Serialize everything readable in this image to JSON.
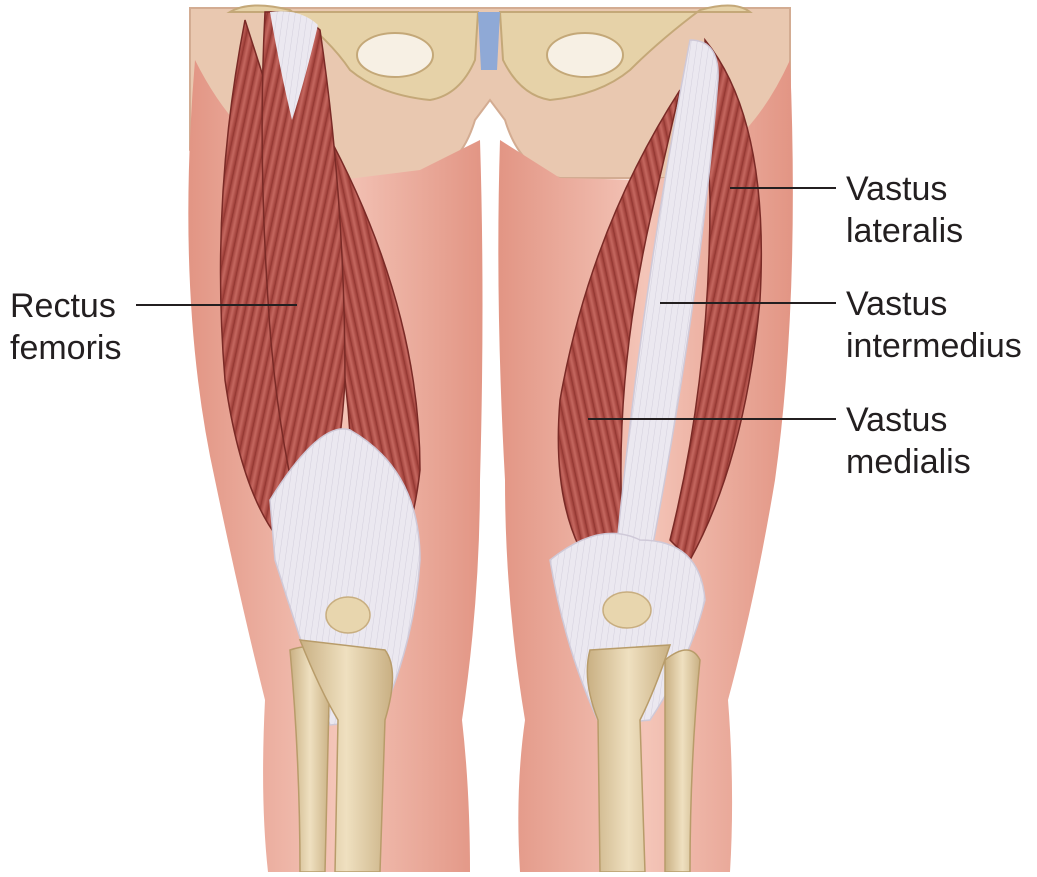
{
  "colors": {
    "background": "#ffffff",
    "skin": "#e9a99a",
    "skin_light": "#f3c4b6",
    "muscle": "#b4514a",
    "muscle_dark": "#8e3631",
    "tendon": "#e9e6ee",
    "bone": "#e3cfa6",
    "underwear": "#e8c6ad",
    "cartilage": "#8fa9d6",
    "leader_line": "#231f20"
  },
  "labels": {
    "rectus_femoris": {
      "line1": "Rectus",
      "line2": "femoris"
    },
    "vastus_lateralis": {
      "line1": "Vastus",
      "line2": "lateralis"
    },
    "vastus_intermedius": {
      "line1": "Vastus",
      "line2": "intermedius"
    },
    "vastus_medialis": {
      "line1": "Vastus",
      "line2": "medialis"
    }
  }
}
